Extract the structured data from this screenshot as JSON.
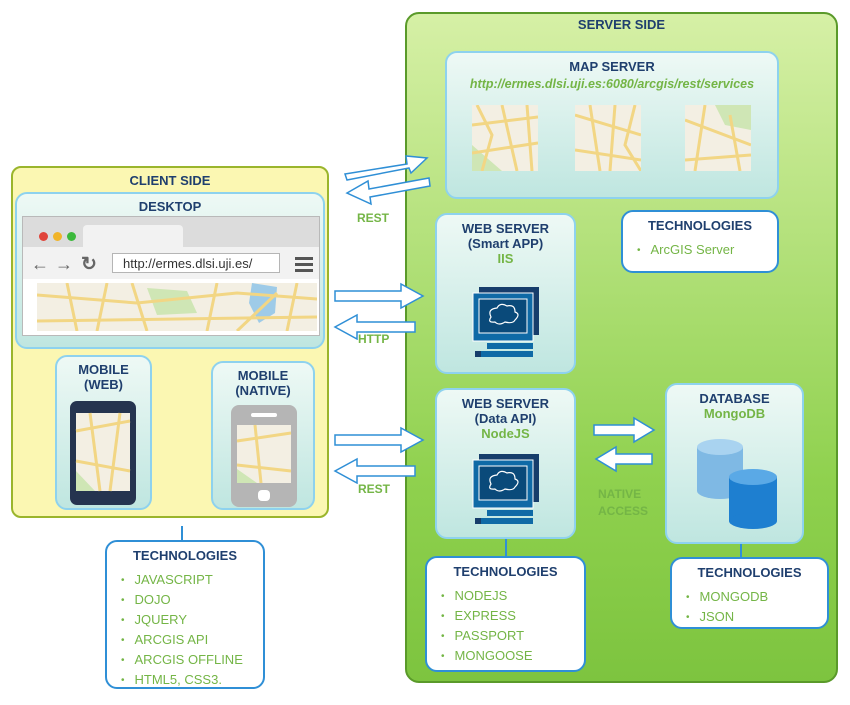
{
  "server_side": {
    "label": "SERVER SIDE"
  },
  "client_side": {
    "label": "CLIENT SIDE"
  },
  "map_server": {
    "title": "MAP SERVER",
    "url": "http://ermes.dlsi.uji.es:6080/arcgis/rest/services"
  },
  "map_server_tech": {
    "title": "TECHNOLOGIES",
    "items": [
      "ArcGIS Server"
    ]
  },
  "web_server_smart": {
    "title_line1": "WEB SERVER",
    "title_line2": "(Smart APP)",
    "tech": "IIS"
  },
  "web_server_data": {
    "title_line1": "WEB SERVER",
    "title_line2": "(Data API)",
    "tech": "NodeJS"
  },
  "database": {
    "title": "DATABASE",
    "tech": "MongoDB"
  },
  "data_api_tech": {
    "title": "TECHNOLOGIES",
    "items": [
      "NODEJS",
      "EXPRESS",
      "PASSPORT",
      "MONGOOSE"
    ]
  },
  "database_tech": {
    "title": "TECHNOLOGIES",
    "items": [
      "MONGODB",
      "JSON"
    ]
  },
  "client_tech": {
    "title": "TECHNOLOGIES",
    "items": [
      "JAVASCRIPT",
      "DOJO",
      "JQUERY",
      "ARCGIS API",
      "ARCGIS OFFLINE",
      "HTML5, CSS3."
    ]
  },
  "desktop": {
    "title": "DESKTOP",
    "url": "http://ermes.dlsi.uji.es/"
  },
  "mobile_web": {
    "title_line1": "MOBILE",
    "title_line2": "(WEB)"
  },
  "mobile_native": {
    "title_line1": "MOBILE",
    "title_line2": "(NATIVE)"
  },
  "connections": {
    "map_label": "REST",
    "smart_label": "HTTP",
    "data_label": "REST",
    "db_label_line1": "NATIVE",
    "db_label_line2": "ACCESS"
  },
  "colors": {
    "title_blue": "#1f3f6e",
    "accent_green": "#74b546",
    "box_border": "#2f8fd6"
  }
}
